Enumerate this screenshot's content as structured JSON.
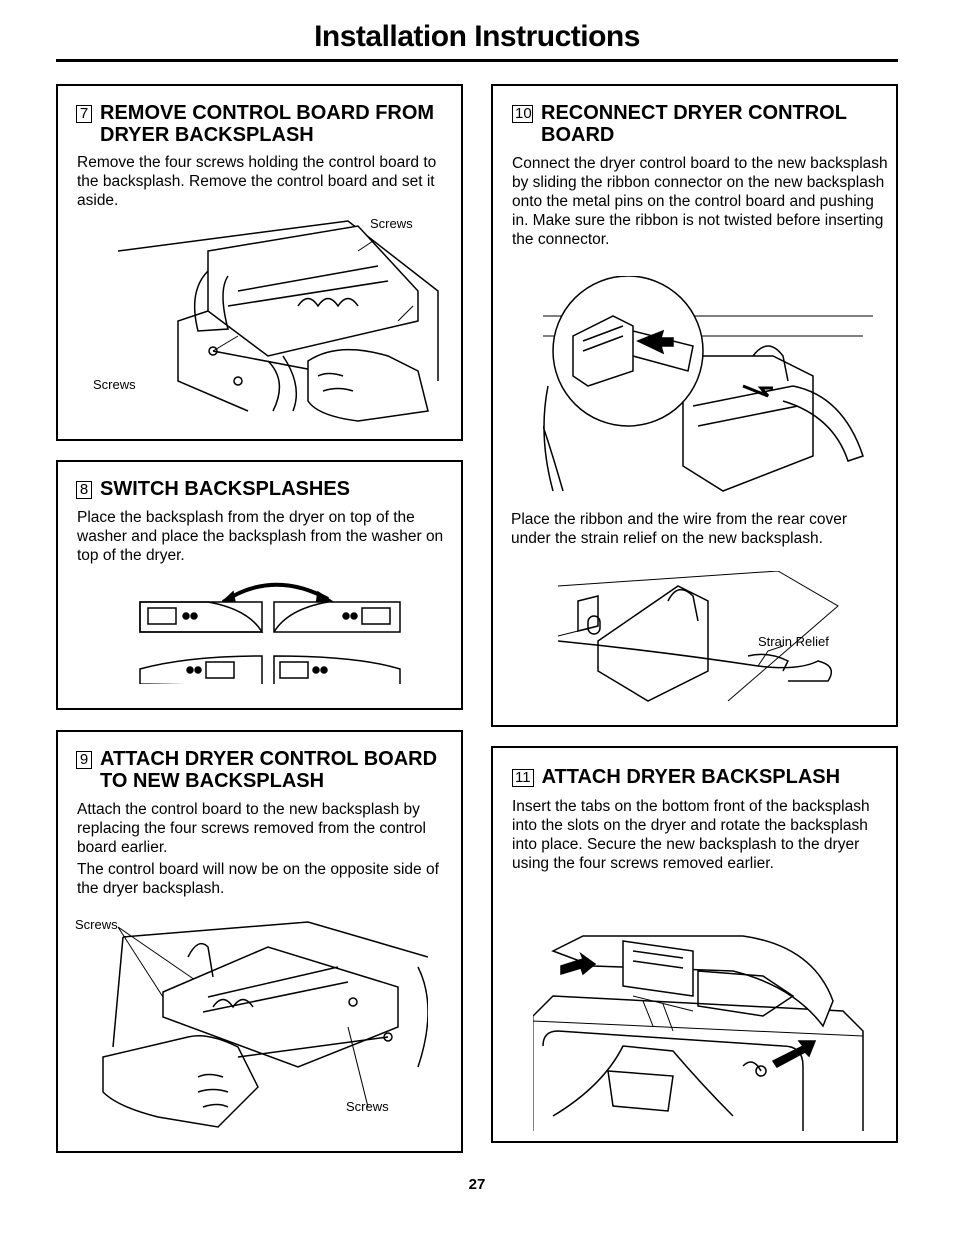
{
  "page": {
    "title": "Installation Instructions",
    "page_number": "27"
  },
  "steps": [
    {
      "number": "7",
      "title": "REMOVE CONTROL BOARD FROM DRYER BACKSPLASH",
      "paragraphs": [
        "Remove the four screws holding the control board to the backsplash. Remove the control board and set it aside."
      ],
      "labels": [
        "Screws",
        "Screws"
      ]
    },
    {
      "number": "8",
      "title": "SWITCH BACKSPLASHES",
      "paragraphs": [
        "Place the backsplash from the dryer on top of the washer and place the backsplash from the washer on top of the dryer."
      ]
    },
    {
      "number": "9",
      "title": "ATTACH DRYER CONTROL BOARD TO NEW BACKSPLASH",
      "paragraphs": [
        "Attach the control board to the new backsplash by replacing the four screws removed from the control board earlier.",
        "The control board will now be on the opposite side of the dryer backsplash."
      ],
      "labels": [
        "Screws",
        "Screws"
      ]
    },
    {
      "number": "10",
      "title": "RECONNECT DRYER CONTROL BOARD",
      "paragraphs": [
        "Connect the dryer control board to the new backsplash by sliding the ribbon connector on the new backsplash onto the metal pins on the control board and pushing in. Make sure the ribbon is not twisted before inserting the connector.",
        "Place the ribbon and the wire from the rear cover under the strain relief on the new backsplash."
      ],
      "labels": [
        "Strain Relief"
      ]
    },
    {
      "number": "11",
      "title": "ATTACH DRYER BACKSPLASH",
      "paragraphs": [
        "Insert the tabs on the bottom front of the backsplash into the slots on the dryer and rotate the backsplash into place. Secure the new backsplash to the dryer using the four screws removed earlier."
      ]
    }
  ]
}
